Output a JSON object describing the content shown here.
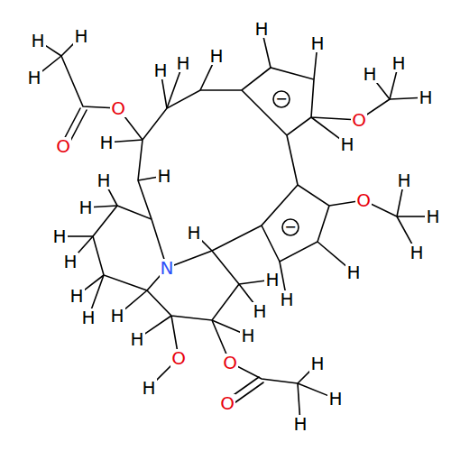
{
  "diagram": {
    "labels": [
      "H",
      "H",
      "H",
      "O",
      "O",
      "H",
      "H",
      "H",
      "H",
      "H",
      "H",
      "−",
      "O",
      "H",
      "H",
      "H",
      "H",
      "−",
      "O",
      "H",
      "H",
      "H",
      "H",
      "H",
      "N",
      "H",
      "H",
      "H",
      "H",
      "O",
      "O",
      "H",
      "H",
      "H",
      "O",
      "H",
      "H",
      "H",
      "H",
      "H",
      "H",
      "H",
      "H",
      "H",
      "H"
    ]
  }
}
